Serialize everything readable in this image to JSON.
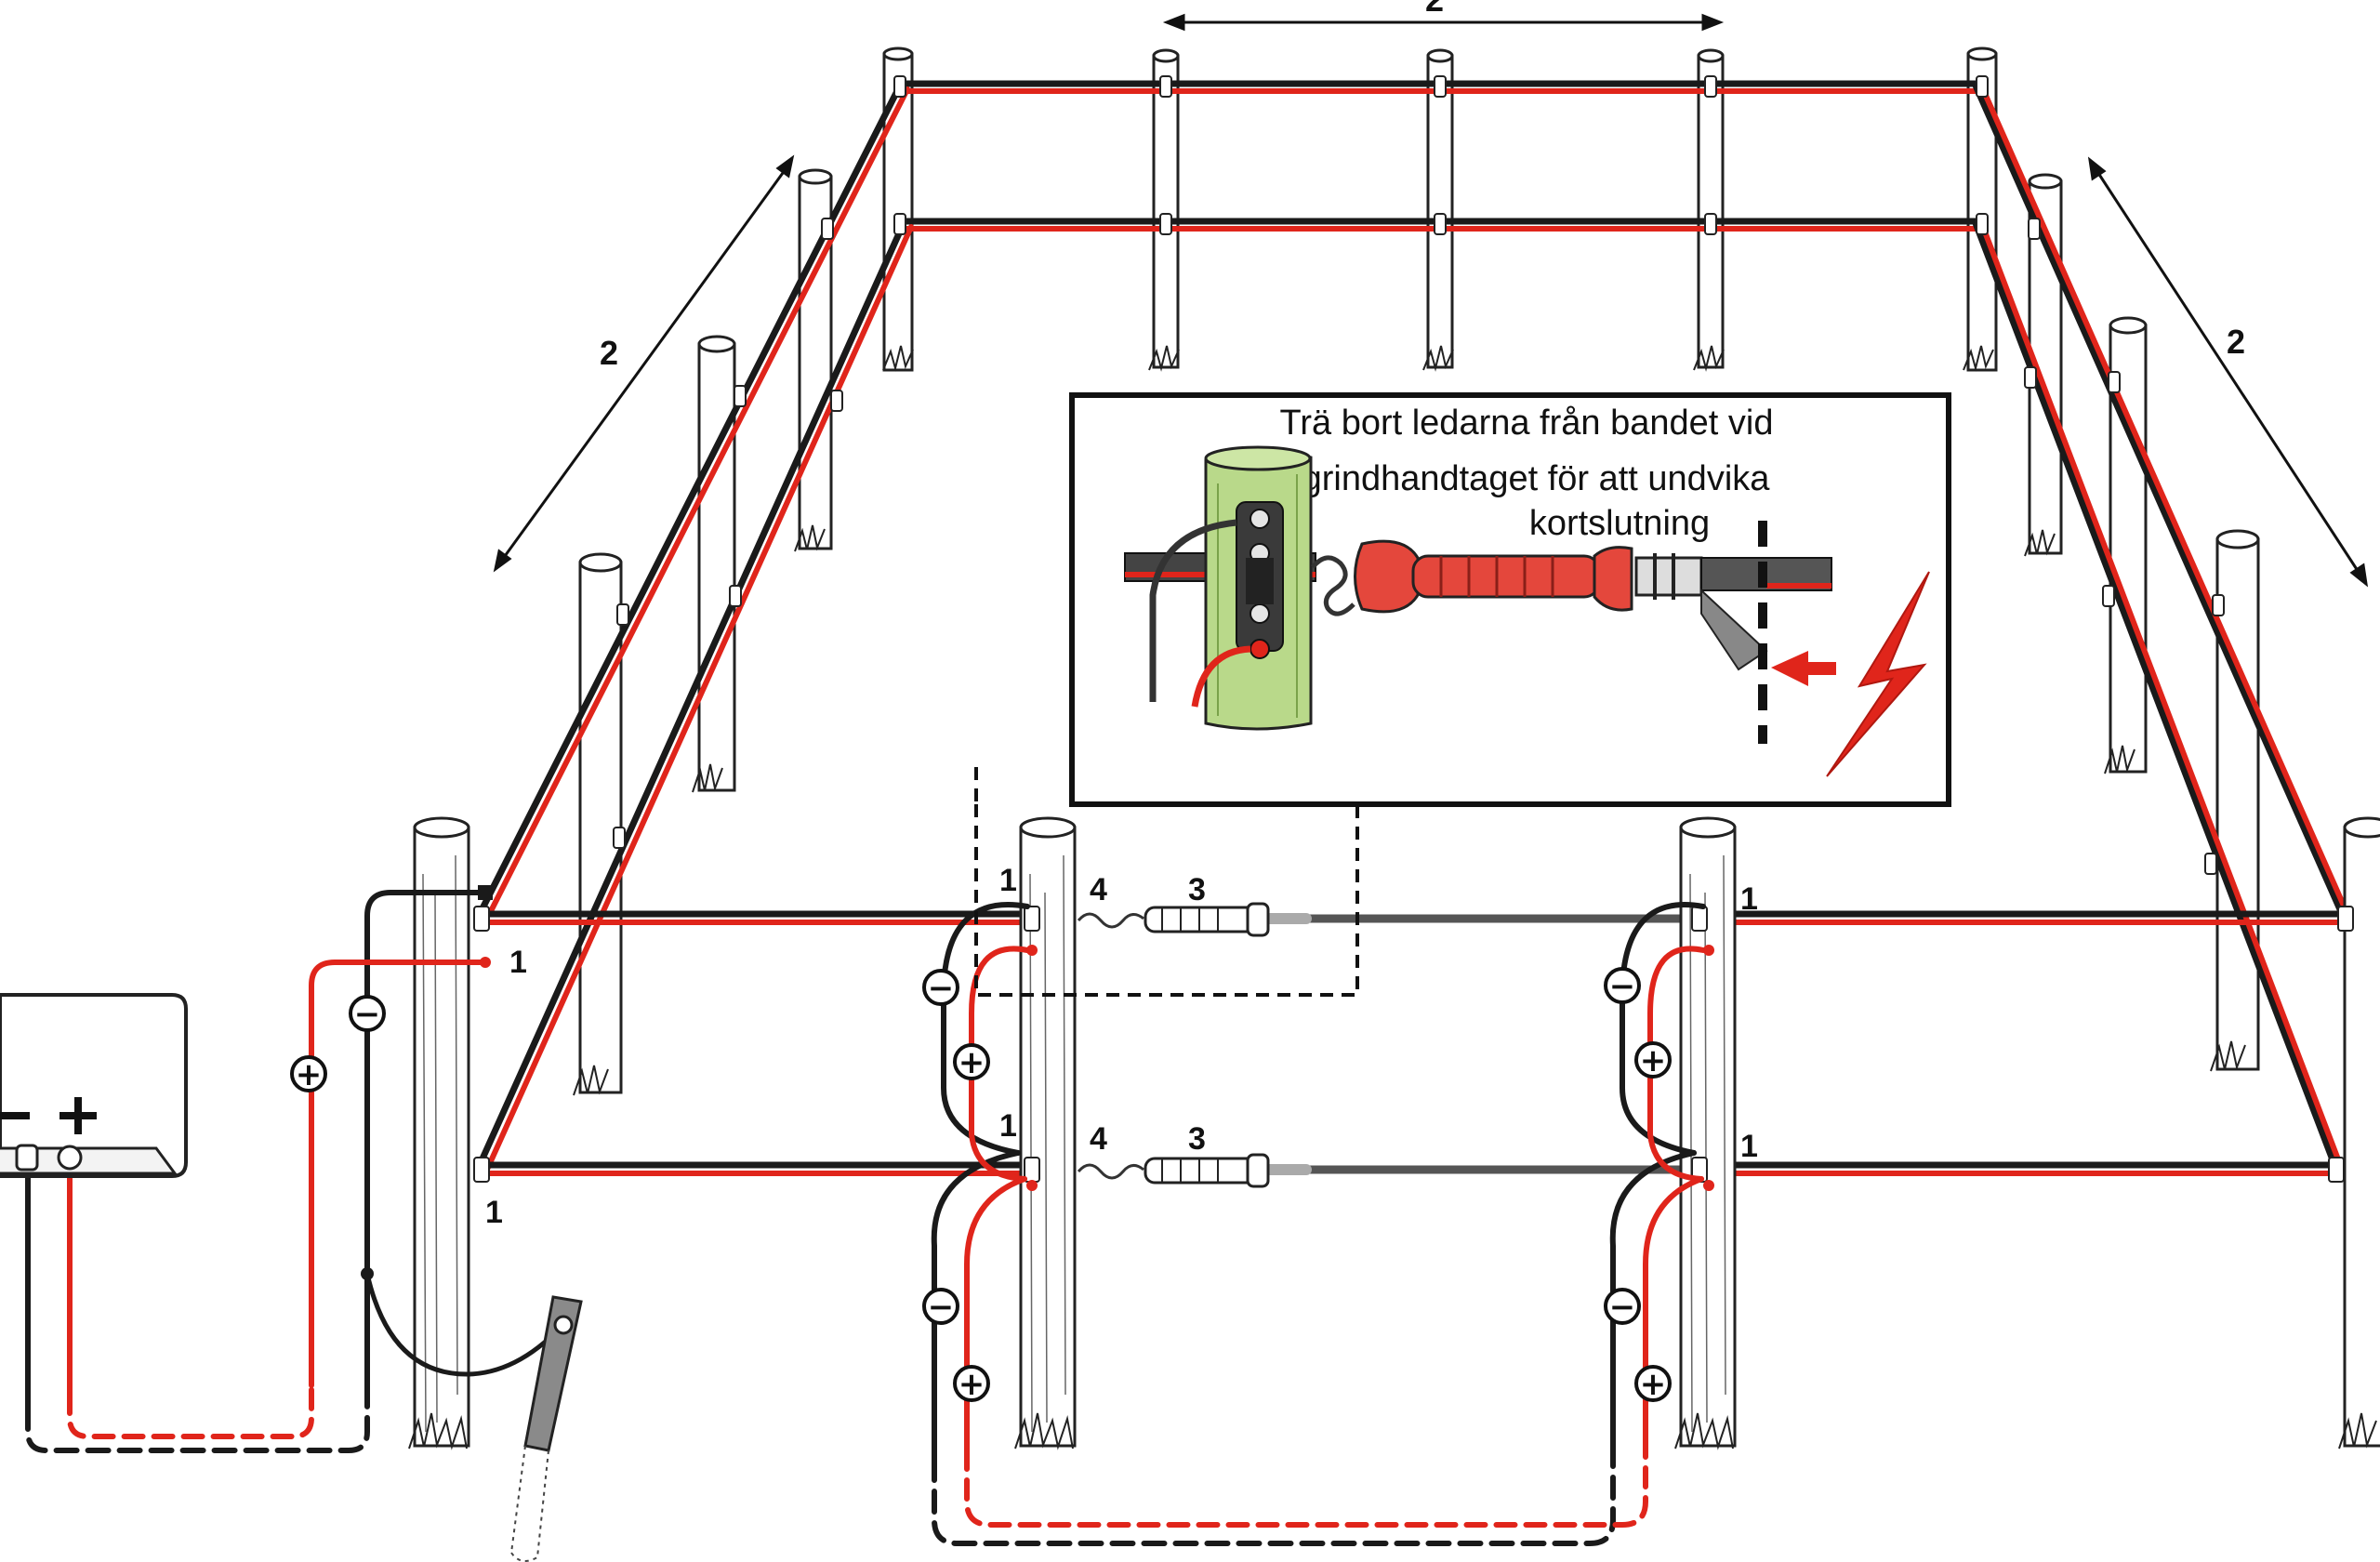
{
  "colors": {
    "positive": "#e0251b",
    "negative": "#1a1a1a",
    "post_fill": "#ffffff",
    "post_stroke": "#222222",
    "callout_post": "#b9d98a",
    "handle_red": "#e4473c"
  },
  "labels": {
    "spacing": "2",
    "connector": "1",
    "hook": "4",
    "gate_handle": "3",
    "minus_sign": "−",
    "plus_sign": "+"
  },
  "callout": {
    "line1": "Trä bort ledarna från bandet vid",
    "line2": "grindhandtaget för att undvika",
    "line3": "kortslutning"
  },
  "icons": {
    "energizer": "energizer-box",
    "ground": "ground-rod",
    "warning": "lightning-bolt-icon",
    "pointer": "red-arrow-left-icon"
  }
}
